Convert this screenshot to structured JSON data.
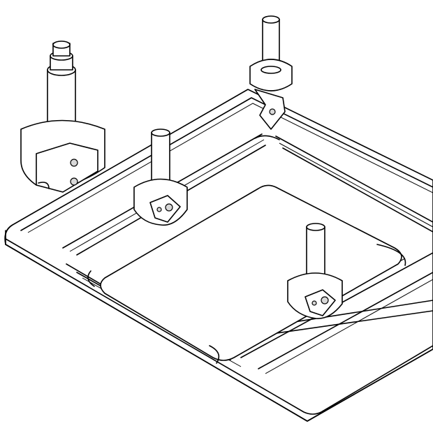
{
  "drawing": {
    "line_color": "#000000",
    "background_color": "#ffffff",
    "parts": [
      "panel",
      "router-bit-left",
      "router-bit-top",
      "router-bit-center",
      "router-bit-front"
    ]
  }
}
